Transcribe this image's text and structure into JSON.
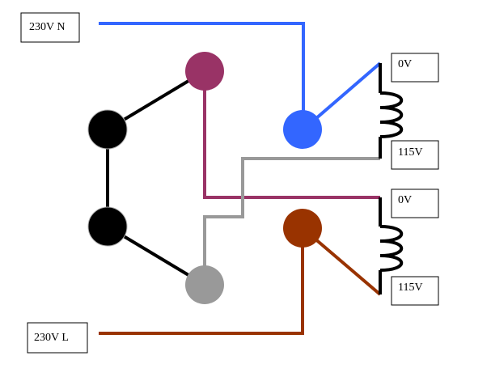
{
  "labels": {
    "neutral_in": "230V N",
    "live_in": "230V L",
    "upper_coil_top": "0V",
    "upper_coil_bottom": "115V",
    "lower_coil_top": "0V",
    "lower_coil_bottom": "115V"
  },
  "colors": {
    "neutral_wire": "#3366ff",
    "live_wire": "#993300",
    "purple_wire": "#993366",
    "grey_wire": "#999999",
    "black_link": "#000000",
    "coil": "#000000"
  }
}
